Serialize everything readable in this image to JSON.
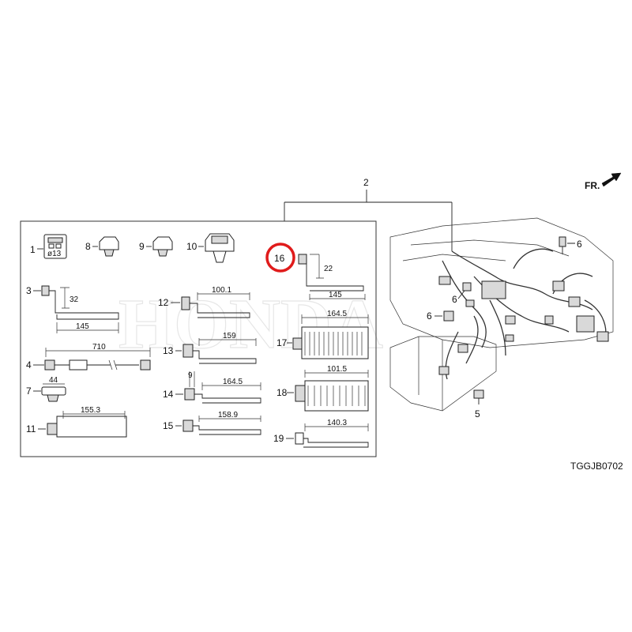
{
  "diagram": {
    "code": "TGGJB0702",
    "direction": "FR.",
    "assembly_callout": "2",
    "highlight_color": "#e01b1b",
    "watermark": "HONDA",
    "callouts": {
      "c1": "1",
      "c3": "3",
      "c4": "4",
      "c5": "5",
      "c6a": "6",
      "c6b": "6",
      "c6c": "6",
      "c7": "7",
      "c8": "8",
      "c9": "9",
      "c10": "10",
      "c11": "11",
      "c12": "12",
      "c13": "13",
      "c14": "14",
      "c15": "15",
      "c16": "16",
      "c17": "17",
      "c18": "18",
      "c19": "19"
    },
    "part1_label": "ø13",
    "dimensions": {
      "d3": "32",
      "d3w": "145",
      "d4": "710",
      "d7": "44",
      "d11": "155.3",
      "d12": "100.1",
      "d13": "159",
      "d14a": "9",
      "d14b": "164.5",
      "d15": "158.9",
      "d16a": "22",
      "d16b": "145",
      "d17": "164.5",
      "d18": "101.5",
      "d19": "140.3"
    }
  }
}
